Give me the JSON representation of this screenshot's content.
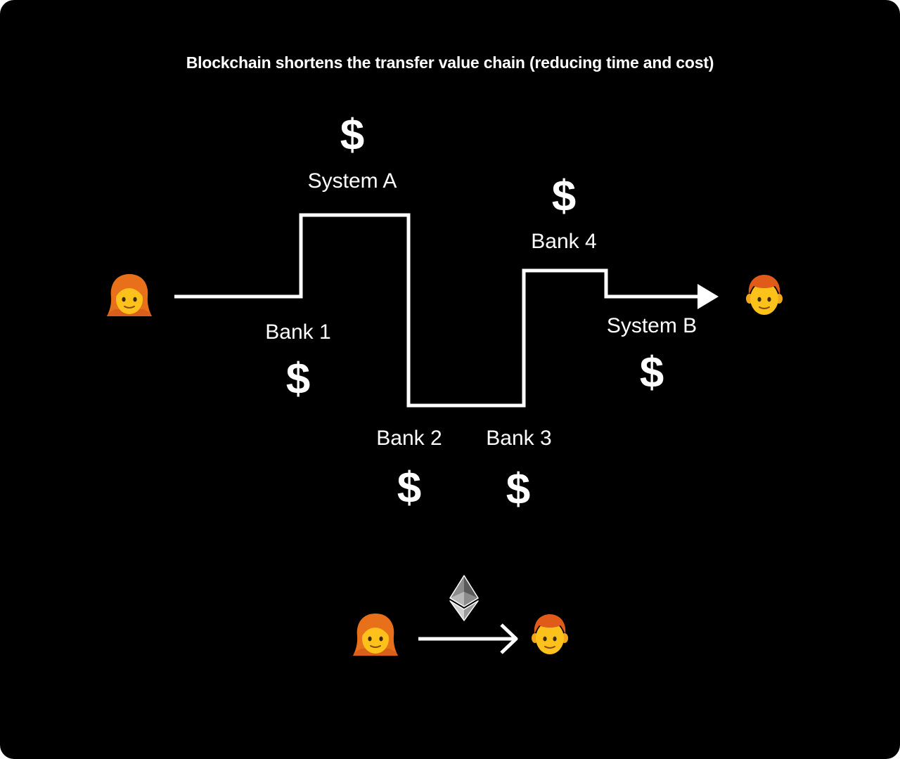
{
  "diagram": {
    "title": "Blockchain shortens the transfer value chain (reducing time and cost)",
    "traditional": {
      "sender_icon": "woman-red-hair-icon",
      "receiver_icon": "man-red-hair-icon",
      "nodes": [
        {
          "label": "System A",
          "fee": "$"
        },
        {
          "label": "Bank 1",
          "fee": "$"
        },
        {
          "label": "Bank 2",
          "fee": "$"
        },
        {
          "label": "Bank 3",
          "fee": "$"
        },
        {
          "label": "Bank 4",
          "fee": "$"
        },
        {
          "label": "System B",
          "fee": "$"
        }
      ]
    },
    "blockchain": {
      "sender_icon": "woman-red-hair-icon",
      "receiver_icon": "man-red-hair-icon",
      "network_icon": "ethereum-diamond-icon"
    }
  }
}
